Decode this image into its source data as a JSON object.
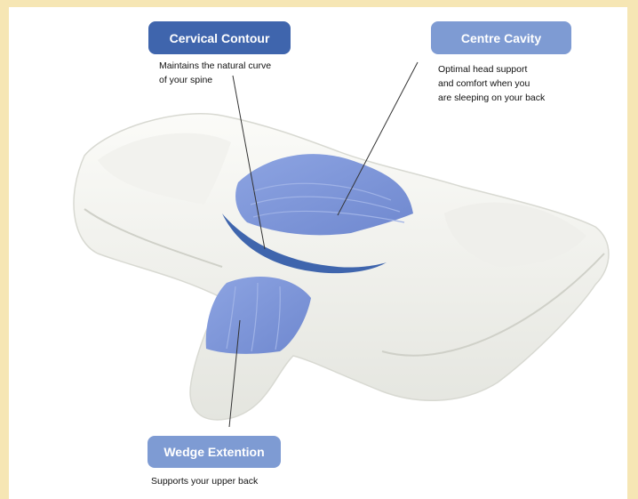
{
  "labels": {
    "cervical": {
      "title": "Cervical Contour",
      "description": "Maintains the natural curve\nof your spine"
    },
    "centre": {
      "title": "Centre Cavity",
      "description": "Optimal head support\nand comfort when you\nare sleeping on your back"
    },
    "wedge": {
      "title": "Wedge Extention",
      "description": "Supports your upper back"
    }
  },
  "colors": {
    "page_background": "#f6e6b4",
    "pill_dark": "#3f65ad",
    "pill_light": "#7e9bd3",
    "highlight": "#7f98dc"
  }
}
